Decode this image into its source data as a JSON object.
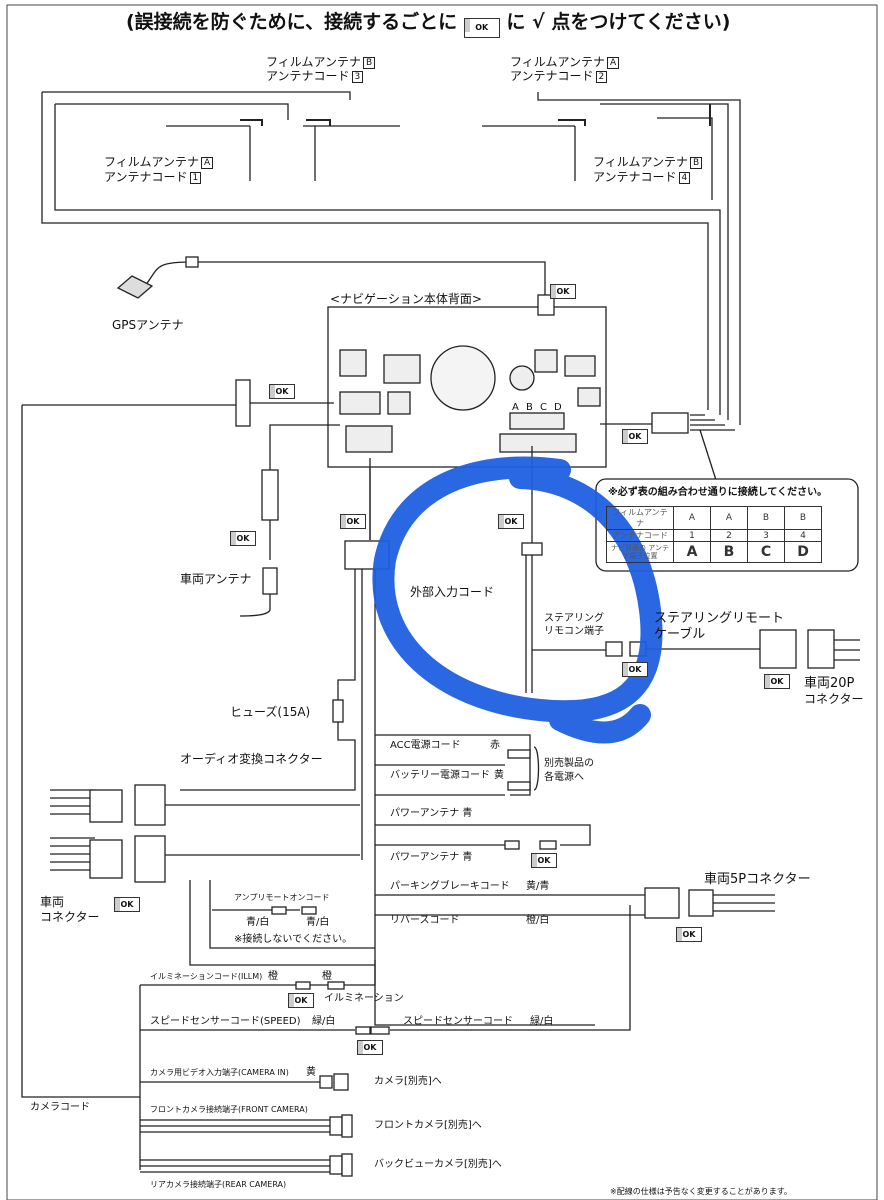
{
  "header": {
    "title_left": "(誤接続を防ぐために、接続するごとに",
    "title_mid": "に",
    "title_right": "点をつけてください)",
    "check_mark": "√"
  },
  "ok_label": "OK",
  "antennas": {
    "top_left_1": "フィルムアンテナ",
    "top_left_letter": "B",
    "top_left_2": "アンテナコード",
    "top_left_num": "3",
    "top_right_1": "フィルムアンテナ",
    "top_right_letter": "A",
    "top_right_2": "アンテナコード",
    "top_right_num": "2",
    "mid_left_1": "フィルムアンテナ",
    "mid_left_letter": "A",
    "mid_left_2": "アンテナコード",
    "mid_left_num": "1",
    "mid_right_1": "フィルムアンテナ",
    "mid_right_letter": "B",
    "mid_right_2": "アンテナコード",
    "mid_right_num": "4"
  },
  "labels": {
    "gps": "GPSアンテナ",
    "navi_back": "<ナビゲーション本体背面>",
    "vehicle_antenna": "車両アンテナ",
    "fuse": "ヒューズ(15A)",
    "audio_conv": "オーディオ変換コネクター",
    "vehicle_connector_1": "車両",
    "vehicle_connector_2": "コネクター",
    "external_input": "外部入力コード",
    "steering_terminal_1": "ステアリング",
    "steering_terminal_2": "リモコン端子",
    "steering_cable_1": "ステアリングリモート",
    "steering_cable_2": "ケーブル",
    "conn20p_1": "車両20P",
    "conn20p_2": "コネクター",
    "acc": "ACC電源コード",
    "acc_color": "赤",
    "battery": "バッテリー電源コード",
    "battery_color": "黄",
    "separate_power_1": "別売製品の",
    "separate_power_2": "各電源へ",
    "power_antenna_1": "パワーアンテナ 青",
    "power_antenna_2": "パワーアンテナ 青",
    "parking": "パーキングブレーキコード",
    "parking_color": "黄/青",
    "reverse": "リバースコード",
    "reverse_color": "橙/白",
    "conn5p": "車両5Pコネクター",
    "amp_remote": "アンプリモートオンコード",
    "amp_color_1": "青/白",
    "amp_color_2": "青/白",
    "no_connect": "※接続しないでください。",
    "illm": "イルミネーションコード(ILLM)",
    "illm_color_1": "橙",
    "illm_color_2": "橙",
    "illumination": "イルミネーション",
    "speed": "スピードセンサーコード(SPEED)",
    "speed_color": "緑/白",
    "speed_right": "スピードセンサーコード",
    "speed_right_color": "緑/白",
    "camera_in": "カメラ用ビデオ入力端子(CAMERA IN)",
    "camera_in_color": "黄",
    "camera_sep": "カメラ[別売]へ",
    "front_camera": "フロントカメラ接続端子(FRONT CAMERA)",
    "front_camera_sep": "フロントカメラ[別売]へ",
    "back_camera_sep": "バックビューカメラ[別売]へ",
    "rear_camera": "リアカメラ接続端子(REAR CAMERA)",
    "camera_code": "カメラコード",
    "footnote": "※配線の仕様は予告なく変更することがあります。"
  },
  "callout": {
    "note": "※必ず表の組み合わせ通りに接続してください。",
    "row_labels": [
      "フィルムアンテナ",
      "アンテナコード",
      "ナビ背面の アンテナ端子位置"
    ],
    "film": [
      "A",
      "A",
      "B",
      "B"
    ],
    "code": [
      "1",
      "2",
      "3",
      "4"
    ],
    "position": [
      "A",
      "B",
      "C",
      "D"
    ]
  },
  "terminal_letters": [
    "A",
    "B",
    "C",
    "D"
  ],
  "scribble_color": "#1f5fe0"
}
